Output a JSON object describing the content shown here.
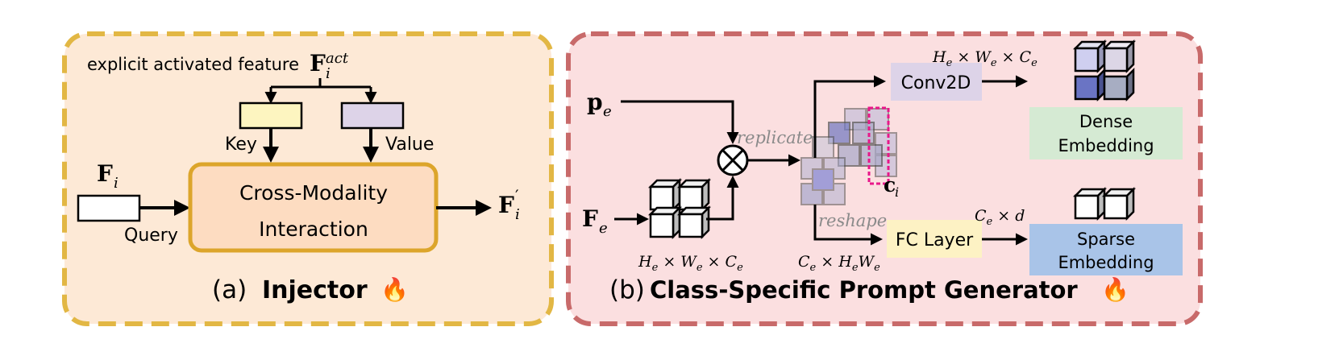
{
  "panel_a": {
    "feature_label": "explicit activated feature",
    "feature_math": "F",
    "feature_sub": "i",
    "feature_sup": "act",
    "key_label": "Key",
    "value_label": "Value",
    "input_math": "F",
    "input_sub": "i",
    "query_label": "Query",
    "block_line1": "Cross-Modality",
    "block_line2": "Interaction",
    "output_math": "F",
    "output_sub": "i",
    "output_prime": "′",
    "caption_prefix": "(a)",
    "caption_title": "Injector",
    "caption_icon": "🔥",
    "colors": {
      "panel_bg": "#fde9d6",
      "panel_border": "#e2b744",
      "key": "#fdf5c0",
      "value": "#ddd3e8",
      "block_bg": "#fddcc1",
      "block_border": "#dca52b"
    }
  },
  "panel_b": {
    "pe_math": "p",
    "pe_sub": "e",
    "fe_math": "F",
    "fe_sub": "e",
    "replicate_label": "replicate",
    "reshape_label": "reshape",
    "ci_math": "c",
    "ci_sub": "i",
    "dim_fe": "H_e × W_e × C_e",
    "dim_fe_parts": [
      "H",
      "e",
      " × W",
      "e",
      " × C",
      "e"
    ],
    "dim_reshape_parts": [
      "C",
      "e",
      " × H",
      "e",
      "W",
      "e"
    ],
    "dim_conv_parts": [
      "H",
      "e",
      " × W",
      "e",
      " × C",
      "e"
    ],
    "dim_fc_parts": [
      "C",
      "e",
      " × d"
    ],
    "conv_label": "Conv2D",
    "fc_label": "FC Layer",
    "dense_line1": "Dense",
    "dense_line2": "Embedding",
    "sparse_line1": "Sparse",
    "sparse_line2": "Embedding",
    "caption_prefix": "(b)",
    "caption_title": "Class-Specific Prompt Generator",
    "caption_icon": "🔥",
    "colors": {
      "panel_bg": "#fbdfe0",
      "panel_border": "#c86a6a",
      "conv": "#ddd3e8",
      "fc": "#fdf2c4",
      "dense": "#d5ead3",
      "sparse": "#a9c4e8",
      "ci_highlight": "#e8178a"
    }
  }
}
